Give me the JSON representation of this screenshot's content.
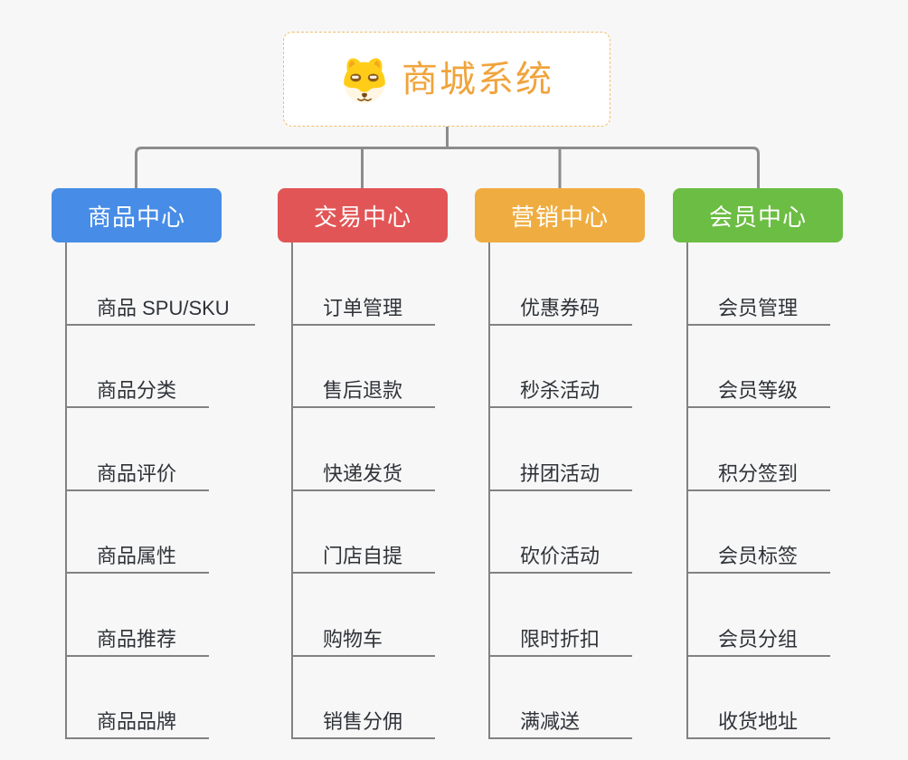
{
  "root": {
    "title": "商城系统",
    "icon": "doge-icon"
  },
  "branches": [
    {
      "label": "商品中心",
      "color": "#478CE6",
      "children": [
        "商品 SPU/SKU",
        "商品分类",
        "商品评价",
        "商品属性",
        "商品推荐",
        "商品品牌"
      ]
    },
    {
      "label": "交易中心",
      "color": "#E25556",
      "children": [
        "订单管理",
        "售后退款",
        "快递发货",
        "门店自提",
        "购物车",
        "销售分佣"
      ]
    },
    {
      "label": "营销中心",
      "color": "#EFAD41",
      "children": [
        "优惠券码",
        "秒杀活动",
        "拼团活动",
        "砍价活动",
        "限时折扣",
        "满减送"
      ]
    },
    {
      "label": "会员中心",
      "color": "#6CBD43",
      "children": [
        "会员管理",
        "会员等级",
        "积分签到",
        "会员标签",
        "会员分组",
        "收货地址"
      ]
    }
  ],
  "colors": {
    "background": "#F7F7F7",
    "root_border": "#F2BE6C",
    "root_title": "#F0A43C",
    "connector": "#8C8C8C",
    "child_line": "#828282",
    "child_text": "#2F3338"
  }
}
